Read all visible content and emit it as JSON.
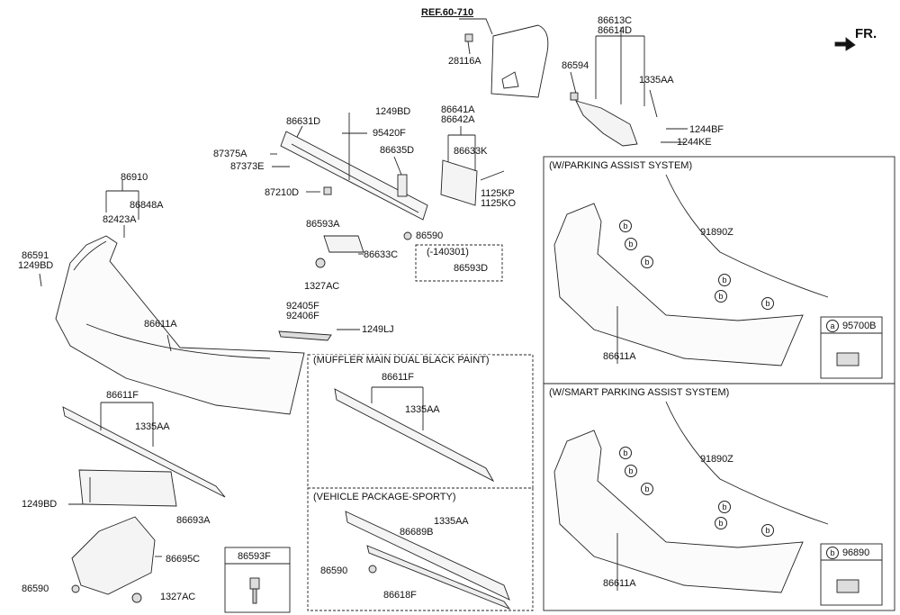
{
  "header": {
    "direction": "FR.",
    "reference": "REF.60-710"
  },
  "parts": {
    "p28116A": "28116A",
    "p86613C": "86613C",
    "p86614D": "86614D",
    "p86594": "86594",
    "p1335AA_top": "1335AA",
    "p1244BF": "1244BF",
    "p1244KE": "1244KE",
    "p1249BD_top": "1249BD",
    "p95420F": "95420F",
    "p86631D": "86631D",
    "p87375A": "87375A",
    "p87373E": "87373E",
    "p86635D": "86635D",
    "p86641A": "86641A",
    "p86642A": "86642A",
    "p86633K": "86633K",
    "p1125KP": "1125KP",
    "p1125KO": "1125KO",
    "p87210D": "87210D",
    "p86593A": "86593A",
    "p86590_mid": "86590",
    "p86633C": "86633C",
    "p1327AC_mid": "1327AC",
    "p140301": "(-140301)",
    "p86593D": "86593D",
    "p86910": "86910",
    "p86848A": "86848A",
    "p82423A": "82423A",
    "p86591": "86591",
    "p1249BD_left": "1249BD",
    "p86611A_main": "86611A",
    "p92405F": "92405F",
    "p92406F": "92406F",
    "p1249LJ": "1249LJ",
    "p86611F_left": "86611F",
    "p1335AA_left": "1335AA",
    "p1249BD_low": "1249BD",
    "p86693A": "86693A",
    "p86695C": "86695C",
    "p86590_low": "86590",
    "p1327AC_low": "1327AC",
    "p86593F": "86593F"
  },
  "panels": {
    "muffler": {
      "title": "(MUFFLER MAIN DUAL BLACK PAINT)",
      "p86611F": "86611F",
      "p1335AA": "1335AA"
    },
    "sporty": {
      "title": "(VEHICLE PACKAGE-SPORTY)",
      "p1335AA": "1335AA",
      "p86689B": "86689B",
      "p86590": "86590",
      "p86618F": "86618F"
    },
    "parking": {
      "title": "(W/PARKING ASSIST SYSTEM)",
      "p91890Z": "91890Z",
      "p86611A": "86611A",
      "legend_letter": "a",
      "legend_part": "95700B",
      "callout": "b"
    },
    "smart": {
      "title": "(W/SMART PARKING ASSIST SYSTEM)",
      "p91890Z": "91890Z",
      "p86611A": "86611A",
      "legend_letter": "b",
      "legend_part": "96890",
      "callout": "b"
    }
  }
}
